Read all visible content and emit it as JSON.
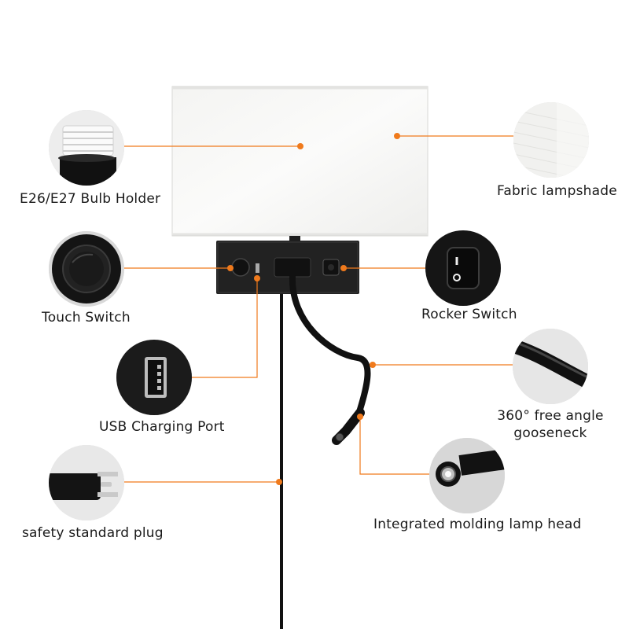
{
  "accent_color": "#f07a1c",
  "callouts": {
    "bulb_holder": {
      "label": "E26/E27 Bulb Holder",
      "icon": "bulb-holder-icon"
    },
    "lampshade": {
      "label": "Fabric lampshade",
      "icon": "fabric-texture-icon"
    },
    "touch_switch": {
      "label": "Touch Switch",
      "icon": "touch-switch-icon"
    },
    "rocker_switch": {
      "label": "Rocker Switch",
      "icon": "rocker-switch-icon"
    },
    "usb_port": {
      "label": "USB Charging Port",
      "icon": "usb-port-icon"
    },
    "gooseneck": {
      "line1": "360° free angle",
      "line2": "gooseneck",
      "icon": "gooseneck-icon"
    },
    "plug": {
      "label": "safety standard plug",
      "icon": "plug-icon"
    },
    "lamp_head": {
      "label": "Integrated molding lamp head",
      "icon": "lamp-head-icon"
    }
  }
}
